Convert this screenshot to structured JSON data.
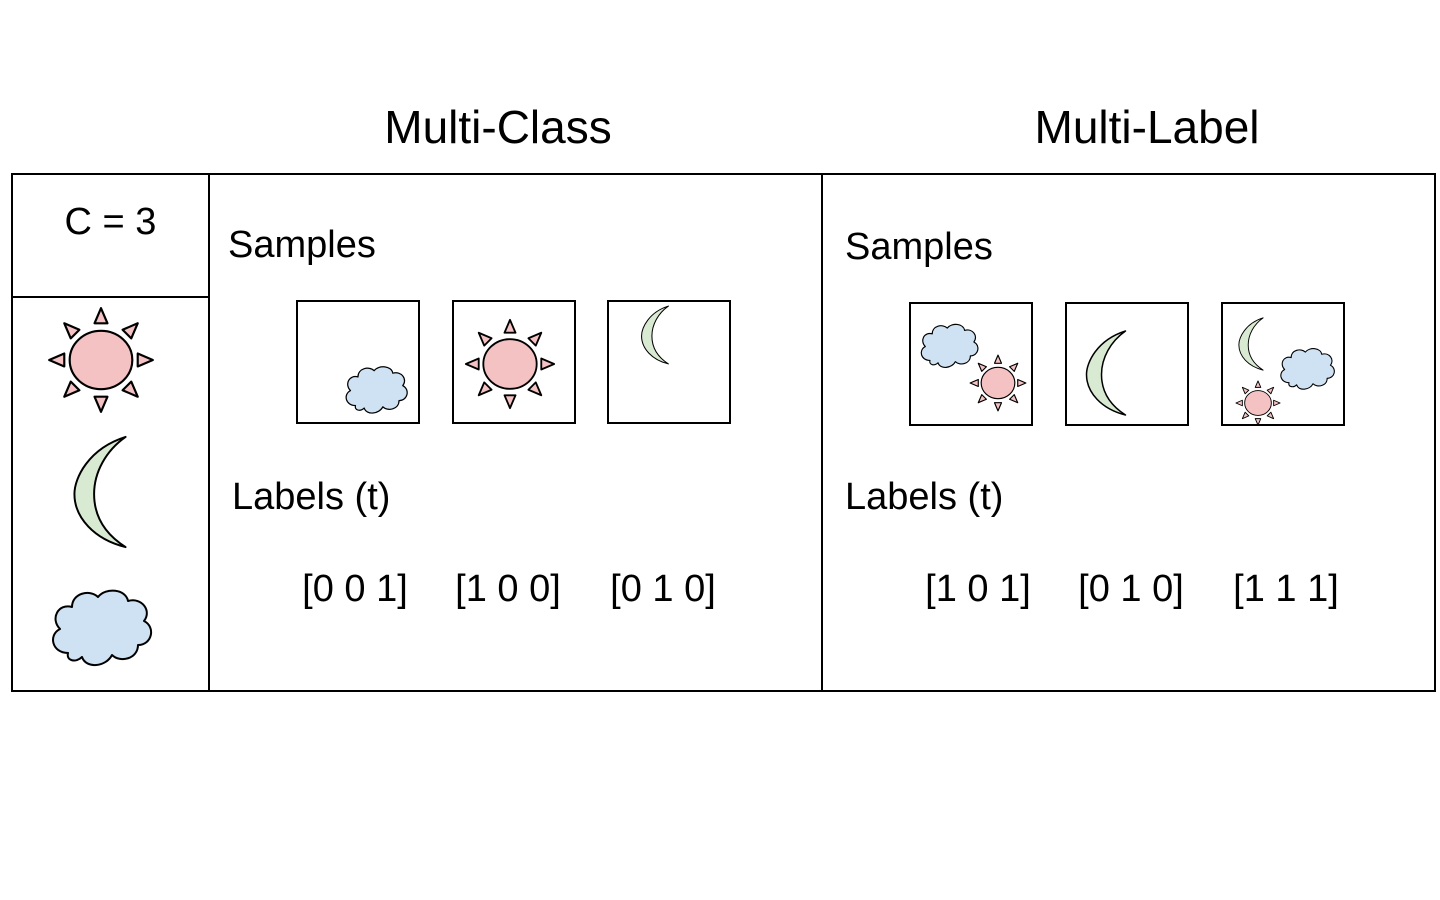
{
  "headings": {
    "multi_class": "Multi-Class",
    "multi_label": "Multi-Label"
  },
  "legend": {
    "count_label": "C = 3",
    "icons": [
      "sun-icon",
      "moon-icon",
      "cloud-icon"
    ]
  },
  "multi_class": {
    "samples_label": "Samples",
    "labels_label": "Labels (t)",
    "samples": [
      {
        "icons": [
          "cloud-icon"
        ],
        "label": "[0 0 1]"
      },
      {
        "icons": [
          "sun-icon"
        ],
        "label": "[1 0 0]"
      },
      {
        "icons": [
          "moon-icon"
        ],
        "label": "[0 1 0]"
      }
    ]
  },
  "multi_label": {
    "samples_label": "Samples",
    "labels_label": "Labels (t)",
    "samples": [
      {
        "icons": [
          "cloud-icon",
          "sun-icon"
        ],
        "label": "[1 0 1]"
      },
      {
        "icons": [
          "moon-icon"
        ],
        "label": "[0 1 0]"
      },
      {
        "icons": [
          "moon-icon",
          "cloud-icon",
          "sun-icon"
        ],
        "label": "[1 1 1]"
      }
    ]
  },
  "colors": {
    "sun": "#f4c2c2",
    "moon": "#d9ead3",
    "cloud": "#cfe2f3",
    "stroke": "#000000"
  }
}
